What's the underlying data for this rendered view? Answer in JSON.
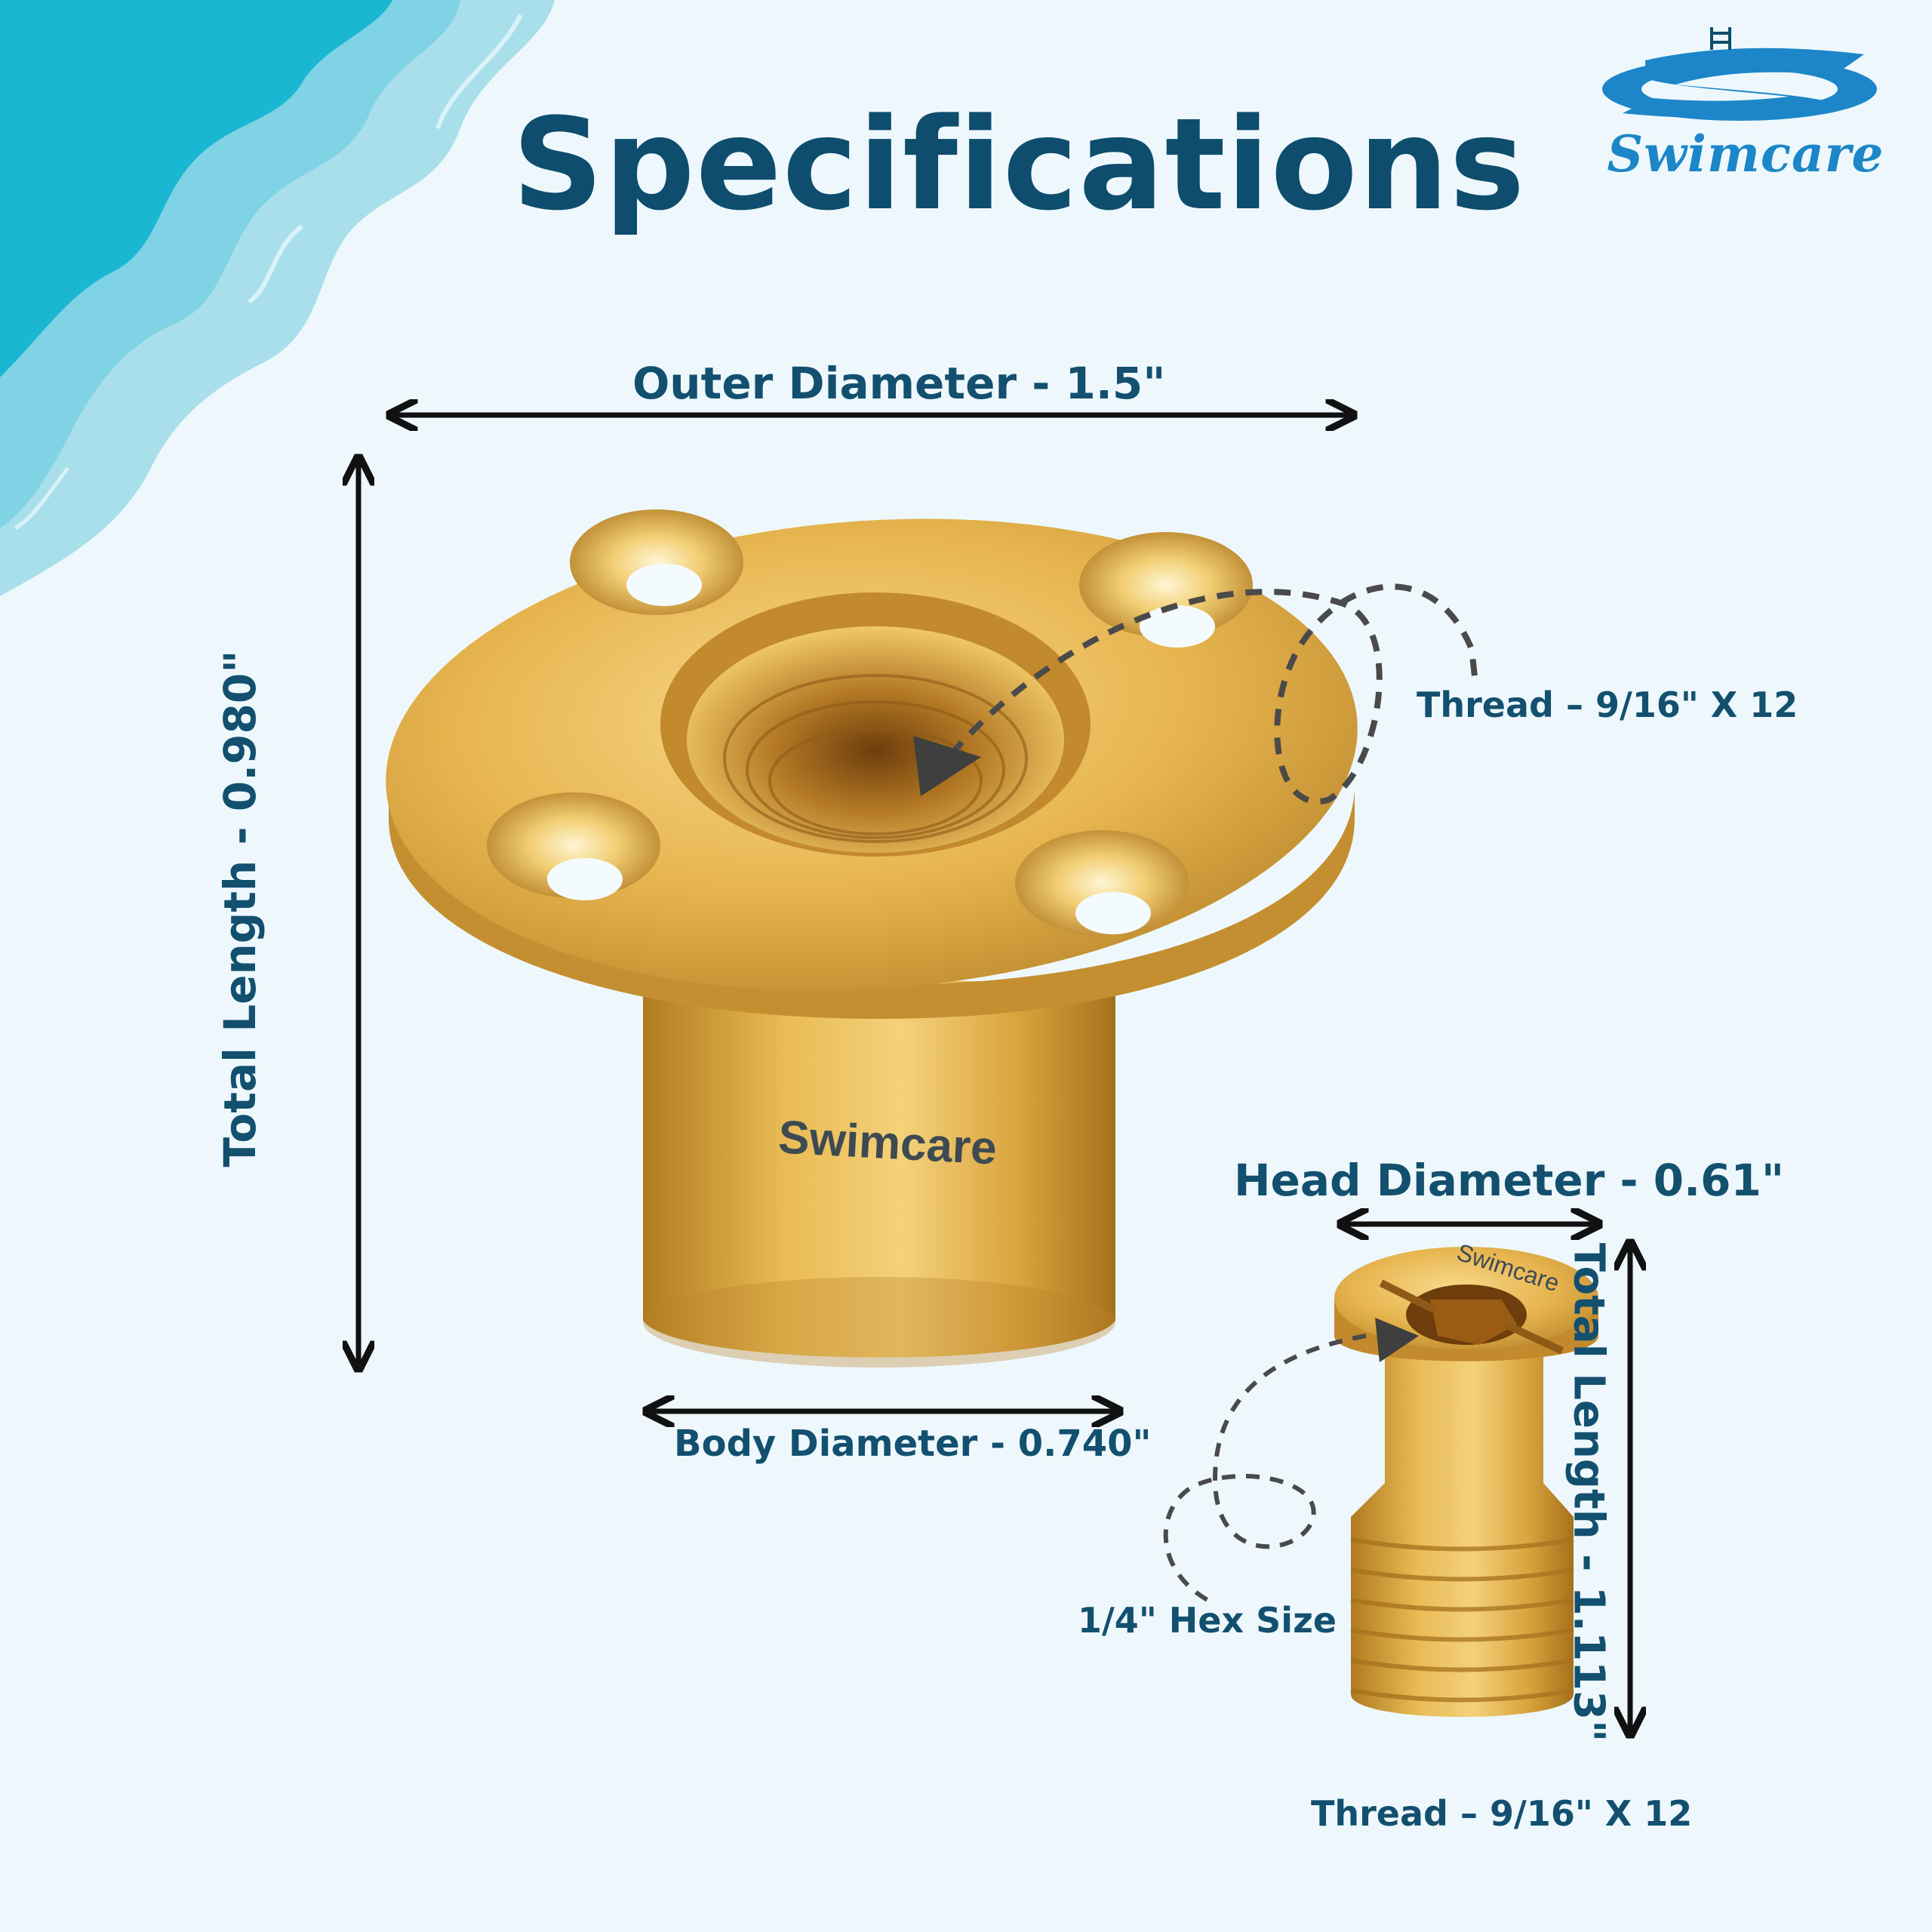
{
  "header": {
    "title": "Specifications"
  },
  "brand": {
    "logo_text": "Swimcare",
    "logo_color": "#1c86c8"
  },
  "flange_part": {
    "outer_diameter": "Outer Diameter - 1.5\"",
    "total_length": "Total Length - 0.980\"",
    "body_diameter": "Body Diameter - 0.740\"",
    "thread": "Thread – 9/16\" X 12",
    "engraving": "Swimcare"
  },
  "screw_part": {
    "head_diameter": "Head Diameter - 0.61\"",
    "total_length": "Total Length - 1.113\"",
    "hex_size": "1/4\" Hex Size",
    "thread": "Thread – 9/16\" X 12",
    "engraving": "Swimcare"
  },
  "colors": {
    "background": "#eef8fc",
    "text_primary": "#13506f",
    "brass": "#e2b24a",
    "wave_dark": "#1ab7d3",
    "wave_light": "#a9dfea"
  }
}
